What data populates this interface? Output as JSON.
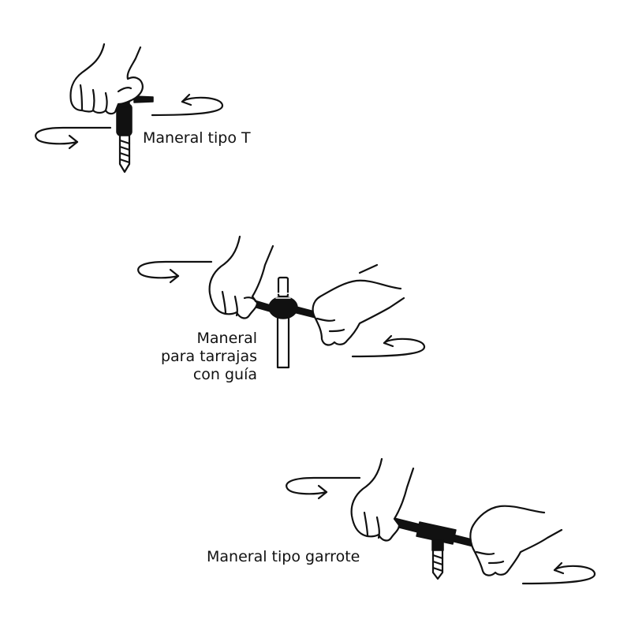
{
  "labels": {
    "tipo_t": "Maneral tipo T",
    "tarrajas_line1": "Maneral",
    "tarrajas_line2": "para tarrajas",
    "tarrajas_line3": "con guía",
    "garrote": "Maneral tipo garrote"
  },
  "colors": {
    "ink": "#111111",
    "background": "#ffffff"
  },
  "icons": [
    "rotation-arrow-icon",
    "hand-icon",
    "t-handle-tap-wrench-icon",
    "die-stock-with-guide-icon",
    "bar-tap-wrench-icon",
    "tap-bit-icon"
  ]
}
